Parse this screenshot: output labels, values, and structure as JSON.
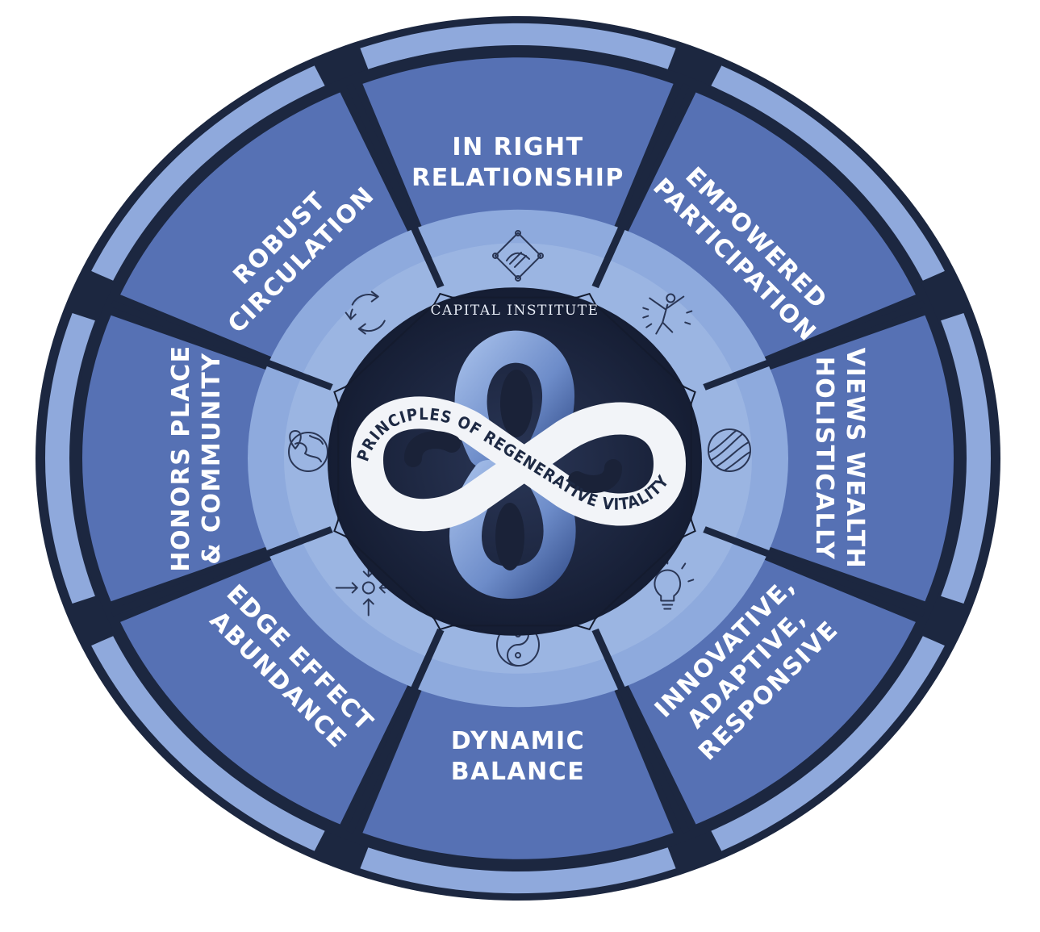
{
  "diagram": {
    "brand": "CAPITAL INSTITUTE",
    "ribbon_text": "PRINCIPLES OF REGENERATIVE VITALITY",
    "colors": {
      "outer_rim": "#1c2740",
      "ring": "#5b75b6",
      "segment": "#5671b4",
      "inner_ring": "#8eaadd",
      "hub": "#1c2640",
      "ribbon": "#f2f4f8",
      "loop": "#7f9ed6",
      "icon": "#2a3655"
    },
    "segments": [
      {
        "id": "in-right-relationship",
        "lines": [
          "IN RIGHT",
          "RELATIONSHIP"
        ],
        "icon": "hands-network-icon"
      },
      {
        "id": "empowered-participation",
        "lines": [
          "EMPOWERED",
          "PARTICIPATION"
        ],
        "icon": "person-raising-arms-icon"
      },
      {
        "id": "views-wealth-holistically",
        "lines": [
          "VIEWS WEALTH",
          "HOLISTICALLY"
        ],
        "icon": "striped-sphere-icon"
      },
      {
        "id": "innovative-adaptive-responsive",
        "lines": [
          "INNOVATIVE,",
          "ADAPTIVE,",
          "RESPONSIVE"
        ],
        "icon": "lightbulb-icon"
      },
      {
        "id": "dynamic-balance",
        "lines": [
          "DYNAMIC",
          "BALANCE"
        ],
        "icon": "yin-yang-icon"
      },
      {
        "id": "edge-effect-abundance",
        "lines": [
          "EDGE EFFECT",
          "ABUNDANCE"
        ],
        "icon": "converging-arrows-icon"
      },
      {
        "id": "honors-place-community",
        "lines": [
          "HONORS PLACE",
          "& COMMUNITY"
        ],
        "icon": "globe-pin-icon"
      },
      {
        "id": "robust-circulation",
        "lines": [
          "ROBUST",
          "CIRCULATION"
        ],
        "icon": "circular-arrows-icon"
      }
    ]
  }
}
